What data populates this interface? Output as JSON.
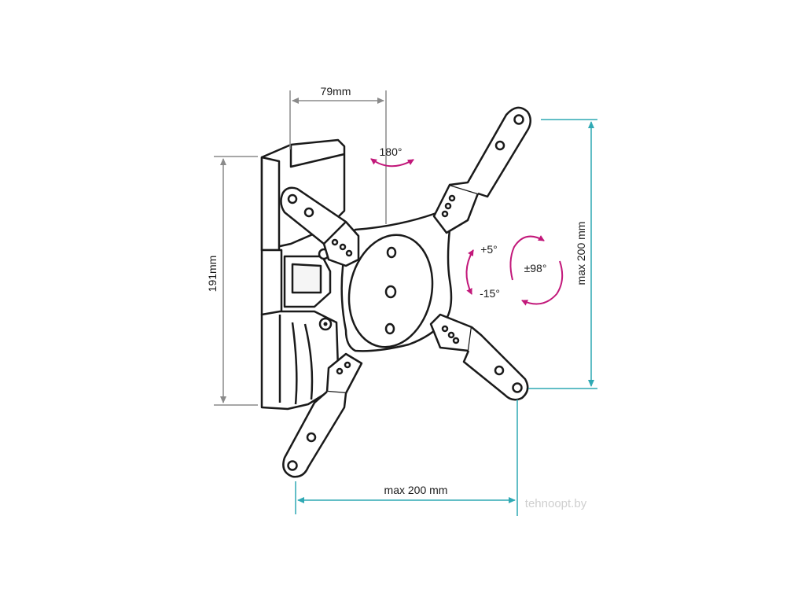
{
  "dimensions": {
    "depth": "79mm",
    "height": "191mm",
    "vesa_vertical": "max 200 mm",
    "vesa_horizontal": "max 200 mm"
  },
  "rotations": {
    "swivel": "180°",
    "tilt_up": "+5°",
    "tilt_down": "-15°",
    "rotate": "±98°"
  },
  "watermark": "tehnoopt.by",
  "colors": {
    "outline": "#1a1a1a",
    "dimension_gray": "#8a8a8a",
    "dimension_teal": "#2fa9b4",
    "rotation_magenta": "#c2187a",
    "watermark": "#cfcfcf"
  }
}
